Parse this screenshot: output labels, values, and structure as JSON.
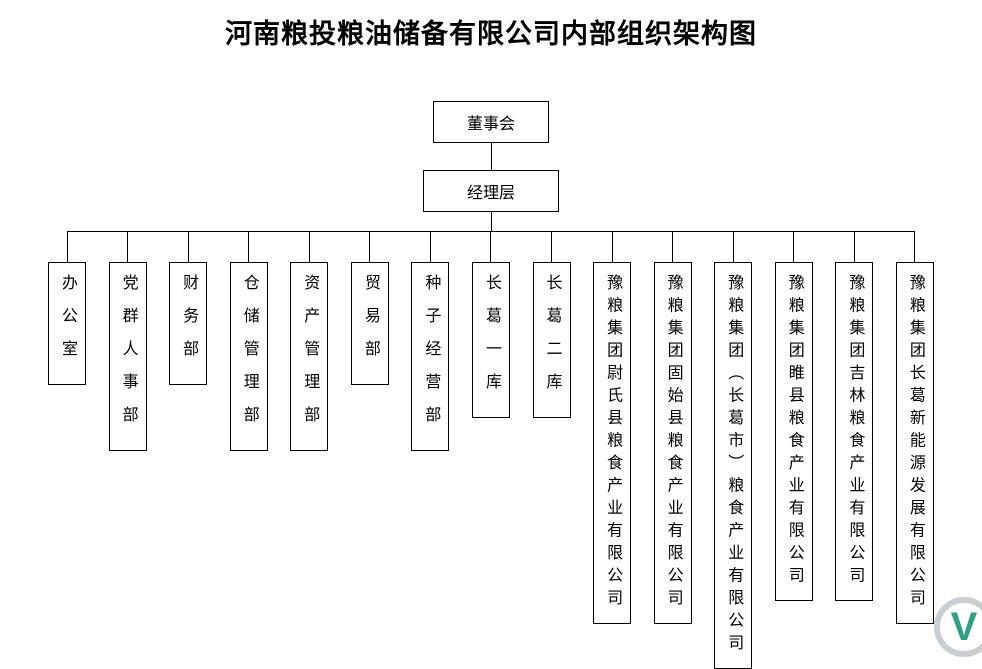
{
  "title": "河南粮投粮油储备有限公司内部组织架构图",
  "org": {
    "root": {
      "label": "董事会"
    },
    "management": {
      "label": "经理层"
    },
    "units": [
      {
        "label": "办公室",
        "type": "dept"
      },
      {
        "label": "党群人事部",
        "type": "dept"
      },
      {
        "label": "财务部",
        "type": "dept"
      },
      {
        "label": "仓储管理部",
        "type": "dept"
      },
      {
        "label": "资产管理部",
        "type": "dept"
      },
      {
        "label": "贸易部",
        "type": "dept"
      },
      {
        "label": "种子经营部",
        "type": "dept"
      },
      {
        "label": "长葛一库",
        "type": "dept"
      },
      {
        "label": "长葛二库",
        "type": "dept"
      },
      {
        "label": "豫粮集团尉氏县粮食产业有限公司",
        "type": "company"
      },
      {
        "label": "豫粮集团固始县粮食产业有限公司",
        "type": "company"
      },
      {
        "label": "豫粮集团（长葛市）粮食产业有限公司",
        "type": "company"
      },
      {
        "label": "豫粮集团睢县粮食产业有限公司",
        "type": "company"
      },
      {
        "label": "豫粮集团吉林粮食产业有限公司",
        "type": "company"
      },
      {
        "label": "豫粮集团长葛新能源发展有限公司",
        "type": "company"
      }
    ]
  },
  "watermark": {
    "letter": "V",
    "accent_color": "#2fa088",
    "ring_color": "#c9ced2"
  }
}
